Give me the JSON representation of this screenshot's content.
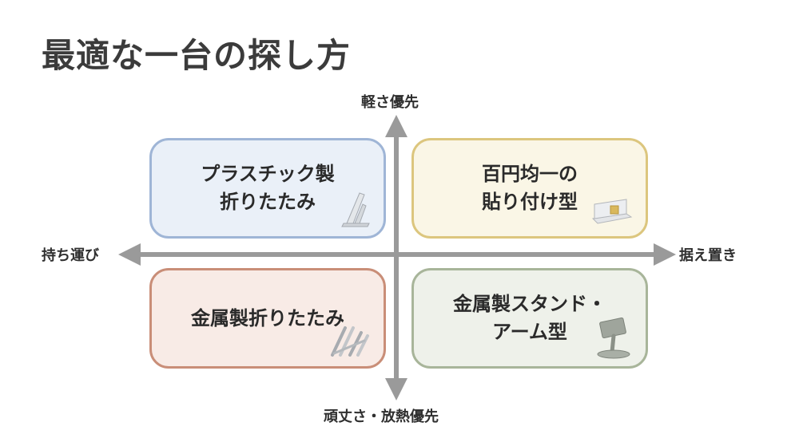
{
  "title": "最適な一台の探し方",
  "axes": {
    "top": "軽さ優先",
    "bottom": "頑丈さ・放熱優先",
    "left": "持ち運び",
    "right": "据え置き"
  },
  "quadrants": {
    "top_left": {
      "lines": [
        "プラスチック製",
        "折りたたみ"
      ],
      "bg": "#eaf0f8",
      "border": "#9fb5d6",
      "icon": "plastic-folding-stand-icon"
    },
    "top_right": {
      "lines": [
        "百円均一の",
        "貼り付け型"
      ],
      "bg": "#faf6e6",
      "border": "#dcc67e",
      "icon": "stick-on-stand-icon"
    },
    "bottom_left": {
      "lines": [
        "金属製折りたたみ"
      ],
      "bg": "#f8ebe6",
      "border": "#c98e78",
      "icon": "metal-folding-stand-icon"
    },
    "bottom_right": {
      "lines": [
        "金属製スタンド・",
        "アーム型"
      ],
      "bg": "#eef1ea",
      "border": "#a8b59a",
      "icon": "metal-arm-stand-icon"
    }
  },
  "colors": {
    "axis": "#9a9a9a",
    "title": "#3b3b3b"
  }
}
